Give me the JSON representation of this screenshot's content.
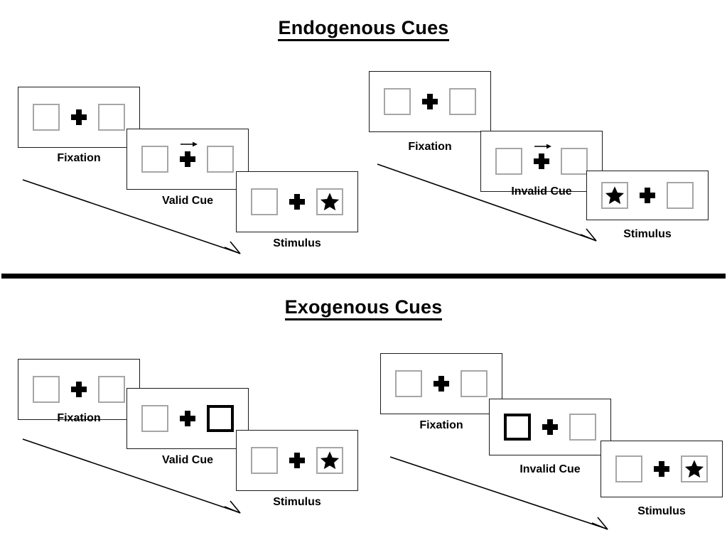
{
  "page": {
    "background": "#ffffff",
    "divider_color": "#000000"
  },
  "colors": {
    "frame_border": "#1a1a1a",
    "box_border": "#a6a6a6",
    "cue_border": "#000000",
    "star_fill": "#000000",
    "text": "#000000"
  },
  "sections": [
    {
      "id": "endogenous",
      "title": "Endogenous Cues",
      "panels": [
        {
          "id": "endogenous-valid",
          "condition": "Valid Cue",
          "frames": [
            {
              "label": "Fixation",
              "cue": "none",
              "cue_side": "none",
              "target_side": "none"
            },
            {
              "label": "Valid Cue",
              "cue": "arrow",
              "cue_side": "right",
              "target_side": "none"
            },
            {
              "label": "Stimulus",
              "cue": "none",
              "cue_side": "none",
              "target_side": "right"
            }
          ]
        },
        {
          "id": "endogenous-invalid",
          "condition": "Invalid Cue",
          "frames": [
            {
              "label": "Fixation",
              "cue": "none",
              "cue_side": "none",
              "target_side": "none"
            },
            {
              "label": "Invalid Cue",
              "cue": "arrow",
              "cue_side": "right",
              "target_side": "none"
            },
            {
              "label": "Stimulus",
              "cue": "none",
              "cue_side": "none",
              "target_side": "left"
            }
          ]
        }
      ]
    },
    {
      "id": "exogenous",
      "title": "Exogenous Cues",
      "panels": [
        {
          "id": "exogenous-valid",
          "condition": "Valid Cue",
          "frames": [
            {
              "label": "Fixation",
              "cue": "none",
              "cue_side": "none",
              "target_side": "none"
            },
            {
              "label": "Valid Cue",
              "cue": "box-flash",
              "cue_side": "right",
              "target_side": "none"
            },
            {
              "label": "Stimulus",
              "cue": "none",
              "cue_side": "none",
              "target_side": "right"
            }
          ]
        },
        {
          "id": "exogenous-invalid",
          "condition": "Invalid Cue",
          "frames": [
            {
              "label": "Fixation",
              "cue": "none",
              "cue_side": "none",
              "target_side": "none"
            },
            {
              "label": "Invalid Cue",
              "cue": "box-flash",
              "cue_side": "left",
              "target_side": "none"
            },
            {
              "label": "Stimulus",
              "cue": "none",
              "cue_side": "none",
              "target_side": "right"
            }
          ]
        }
      ]
    }
  ],
  "icons": {
    "fixation_cross": "plus-cross-icon",
    "cue_arrow": "right-arrow-icon",
    "target": "star-icon",
    "time_flow": "time-flow-arrow-icon"
  },
  "captions": {
    "fixation": "Fixation",
    "valid_cue": "Valid Cue",
    "invalid_cue": "Invalid Cue",
    "stimulus": "Stimulus"
  }
}
